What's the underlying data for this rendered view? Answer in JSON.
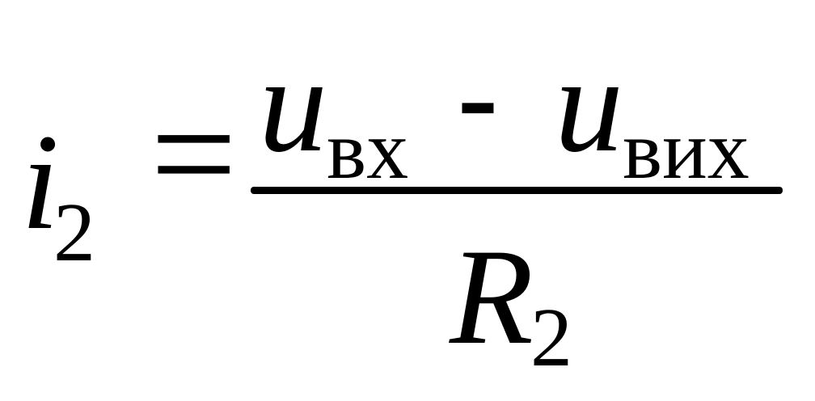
{
  "formula": {
    "lhs": {
      "variable": "i",
      "subscript": "2"
    },
    "operator": "=",
    "numerator": {
      "term1": {
        "variable": "u",
        "subscript": "вх"
      },
      "operator": "-",
      "term2": {
        "variable": "u",
        "subscript": "вих"
      }
    },
    "denominator": {
      "variable": "R",
      "subscript": "2"
    }
  }
}
